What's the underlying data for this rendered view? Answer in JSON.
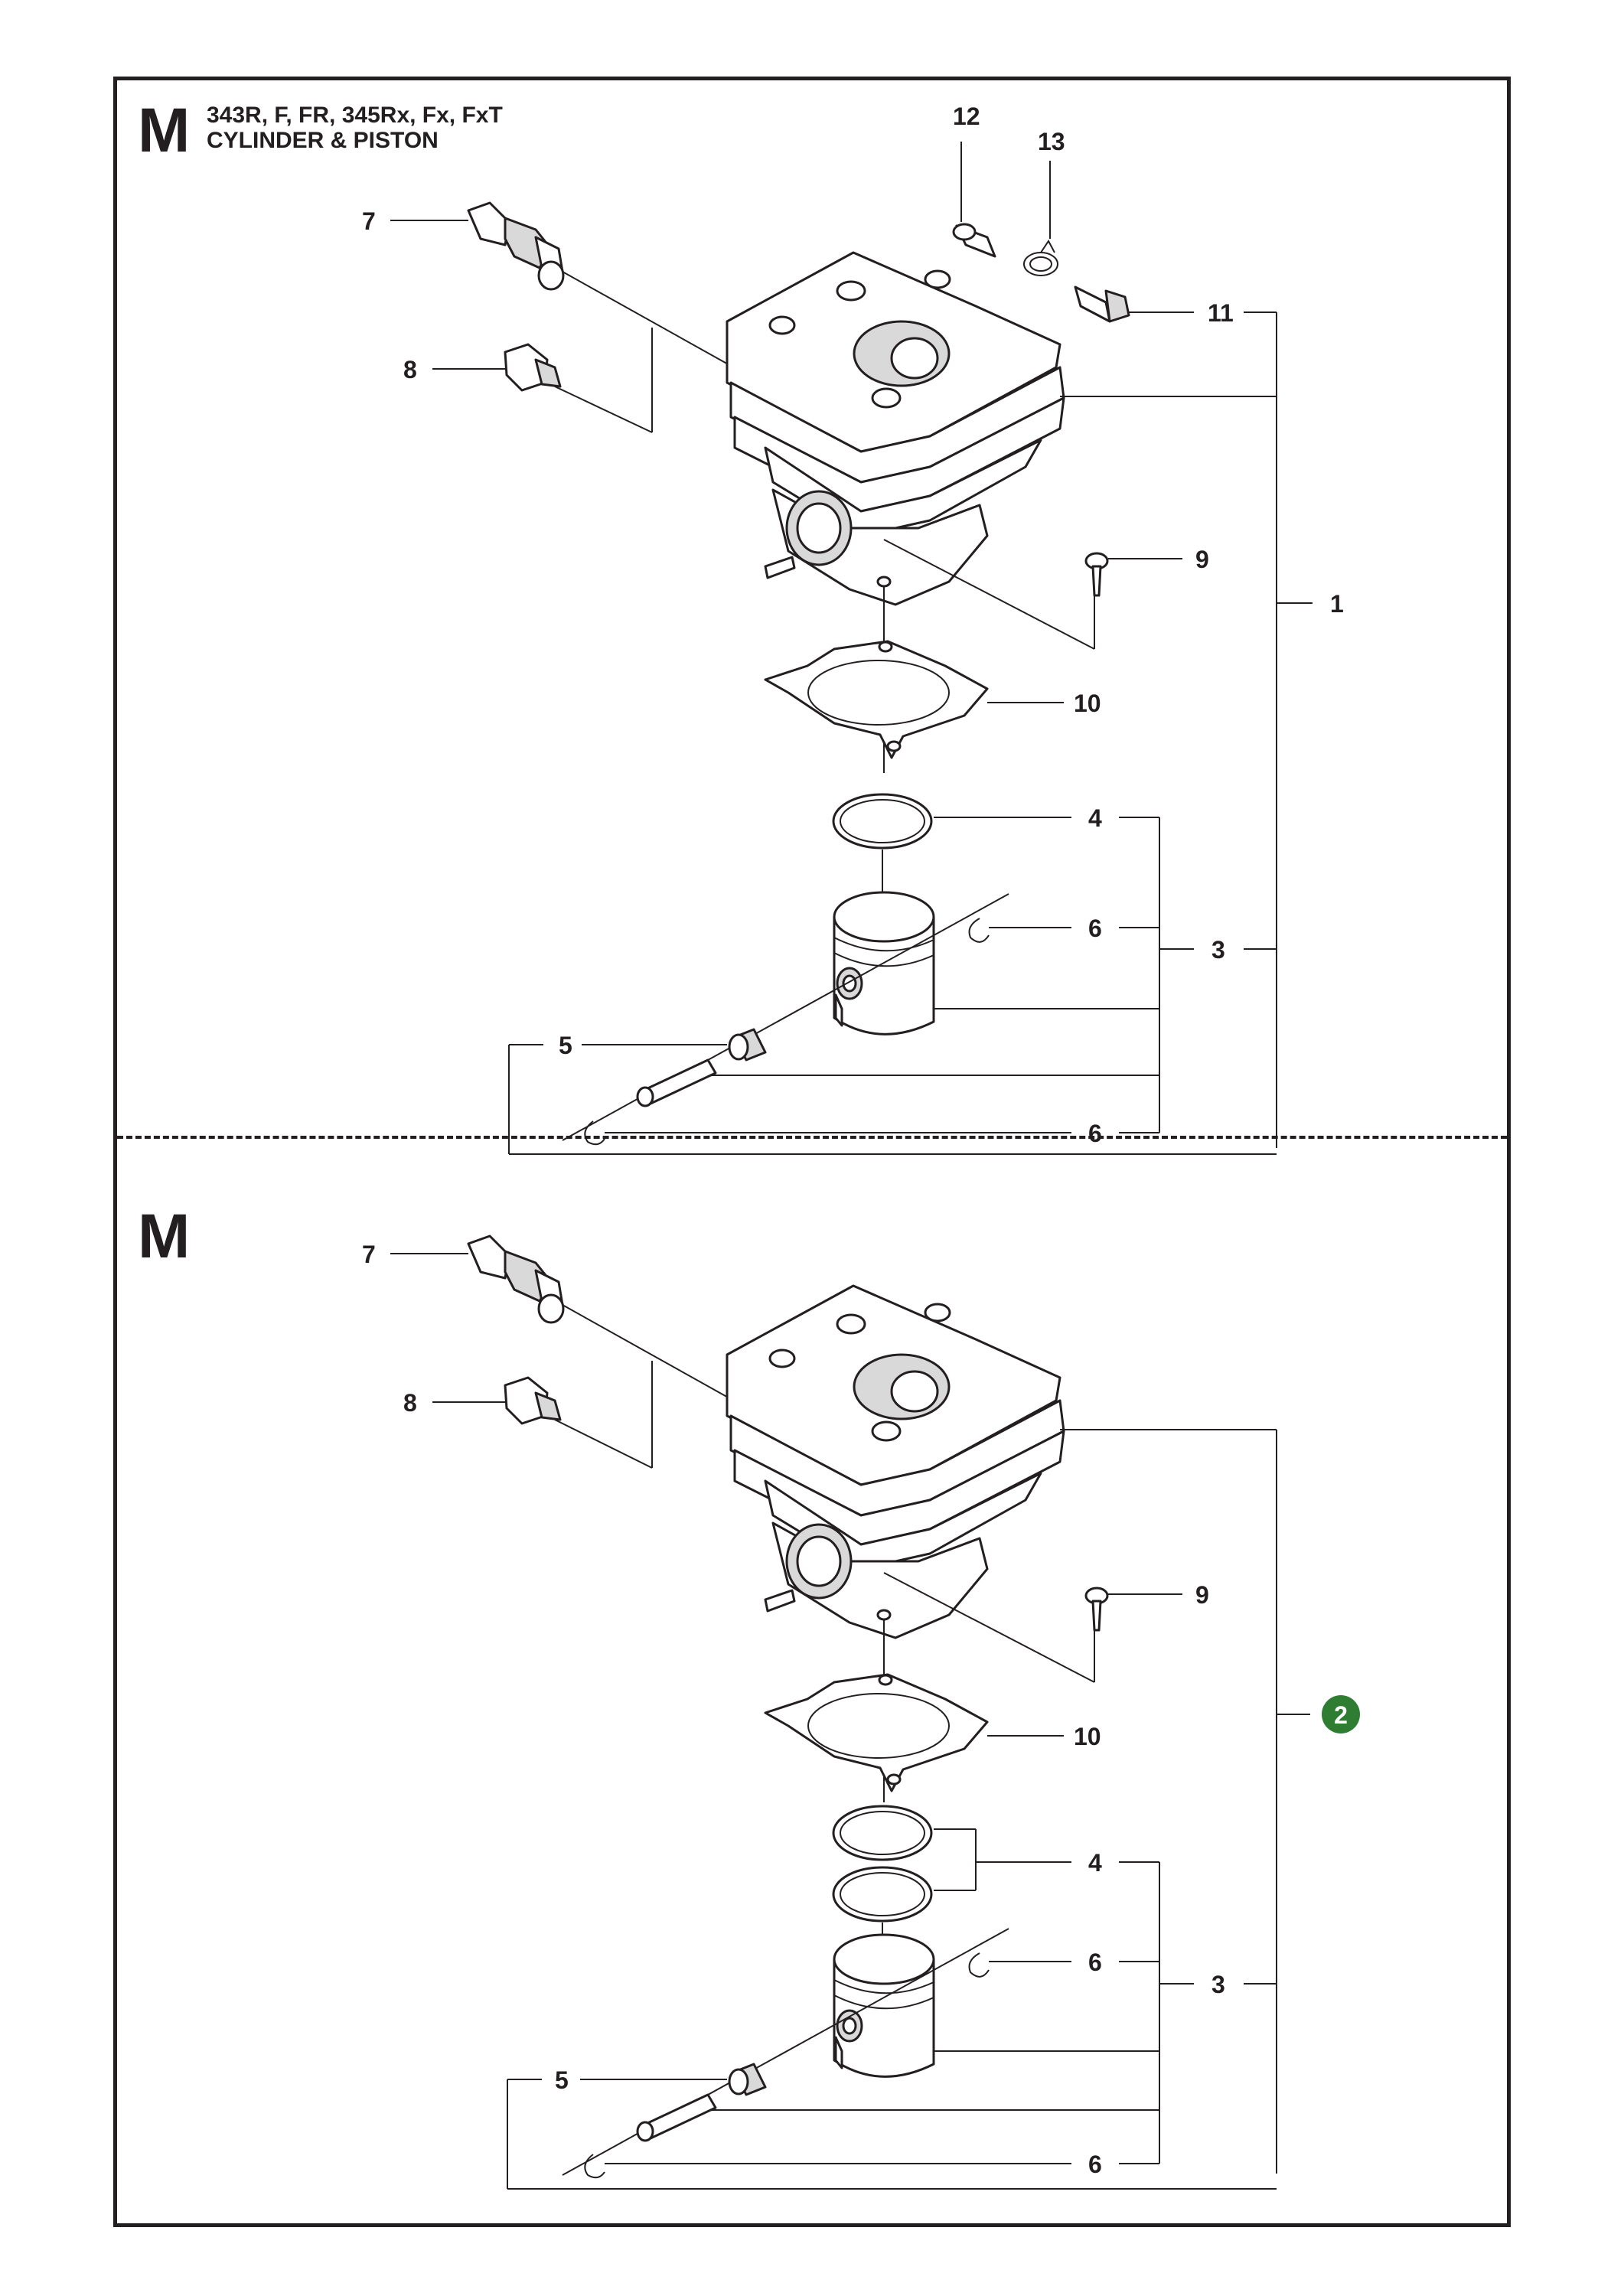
{
  "page": {
    "top_section": {
      "letter": "M",
      "models": "343R, F, FR, 345Rx, Fx, FxT",
      "title": "CYLINDER & PISTON"
    },
    "bottom_section": {
      "letter": "M"
    }
  },
  "callouts_top": [
    "12",
    "13",
    "7",
    "11",
    "8",
    "9",
    "1",
    "10",
    "4",
    "6",
    "3",
    "5",
    "6"
  ],
  "callouts_bottom": [
    "7",
    "8",
    "9",
    "10",
    "4",
    "6",
    "3",
    "5",
    "6"
  ],
  "kit_badge": {
    "label": "2",
    "color": "#2e7d32"
  },
  "colors": {
    "line": "#231f20",
    "part_fill": "#ffffff",
    "shade": "#d9d9d9"
  }
}
